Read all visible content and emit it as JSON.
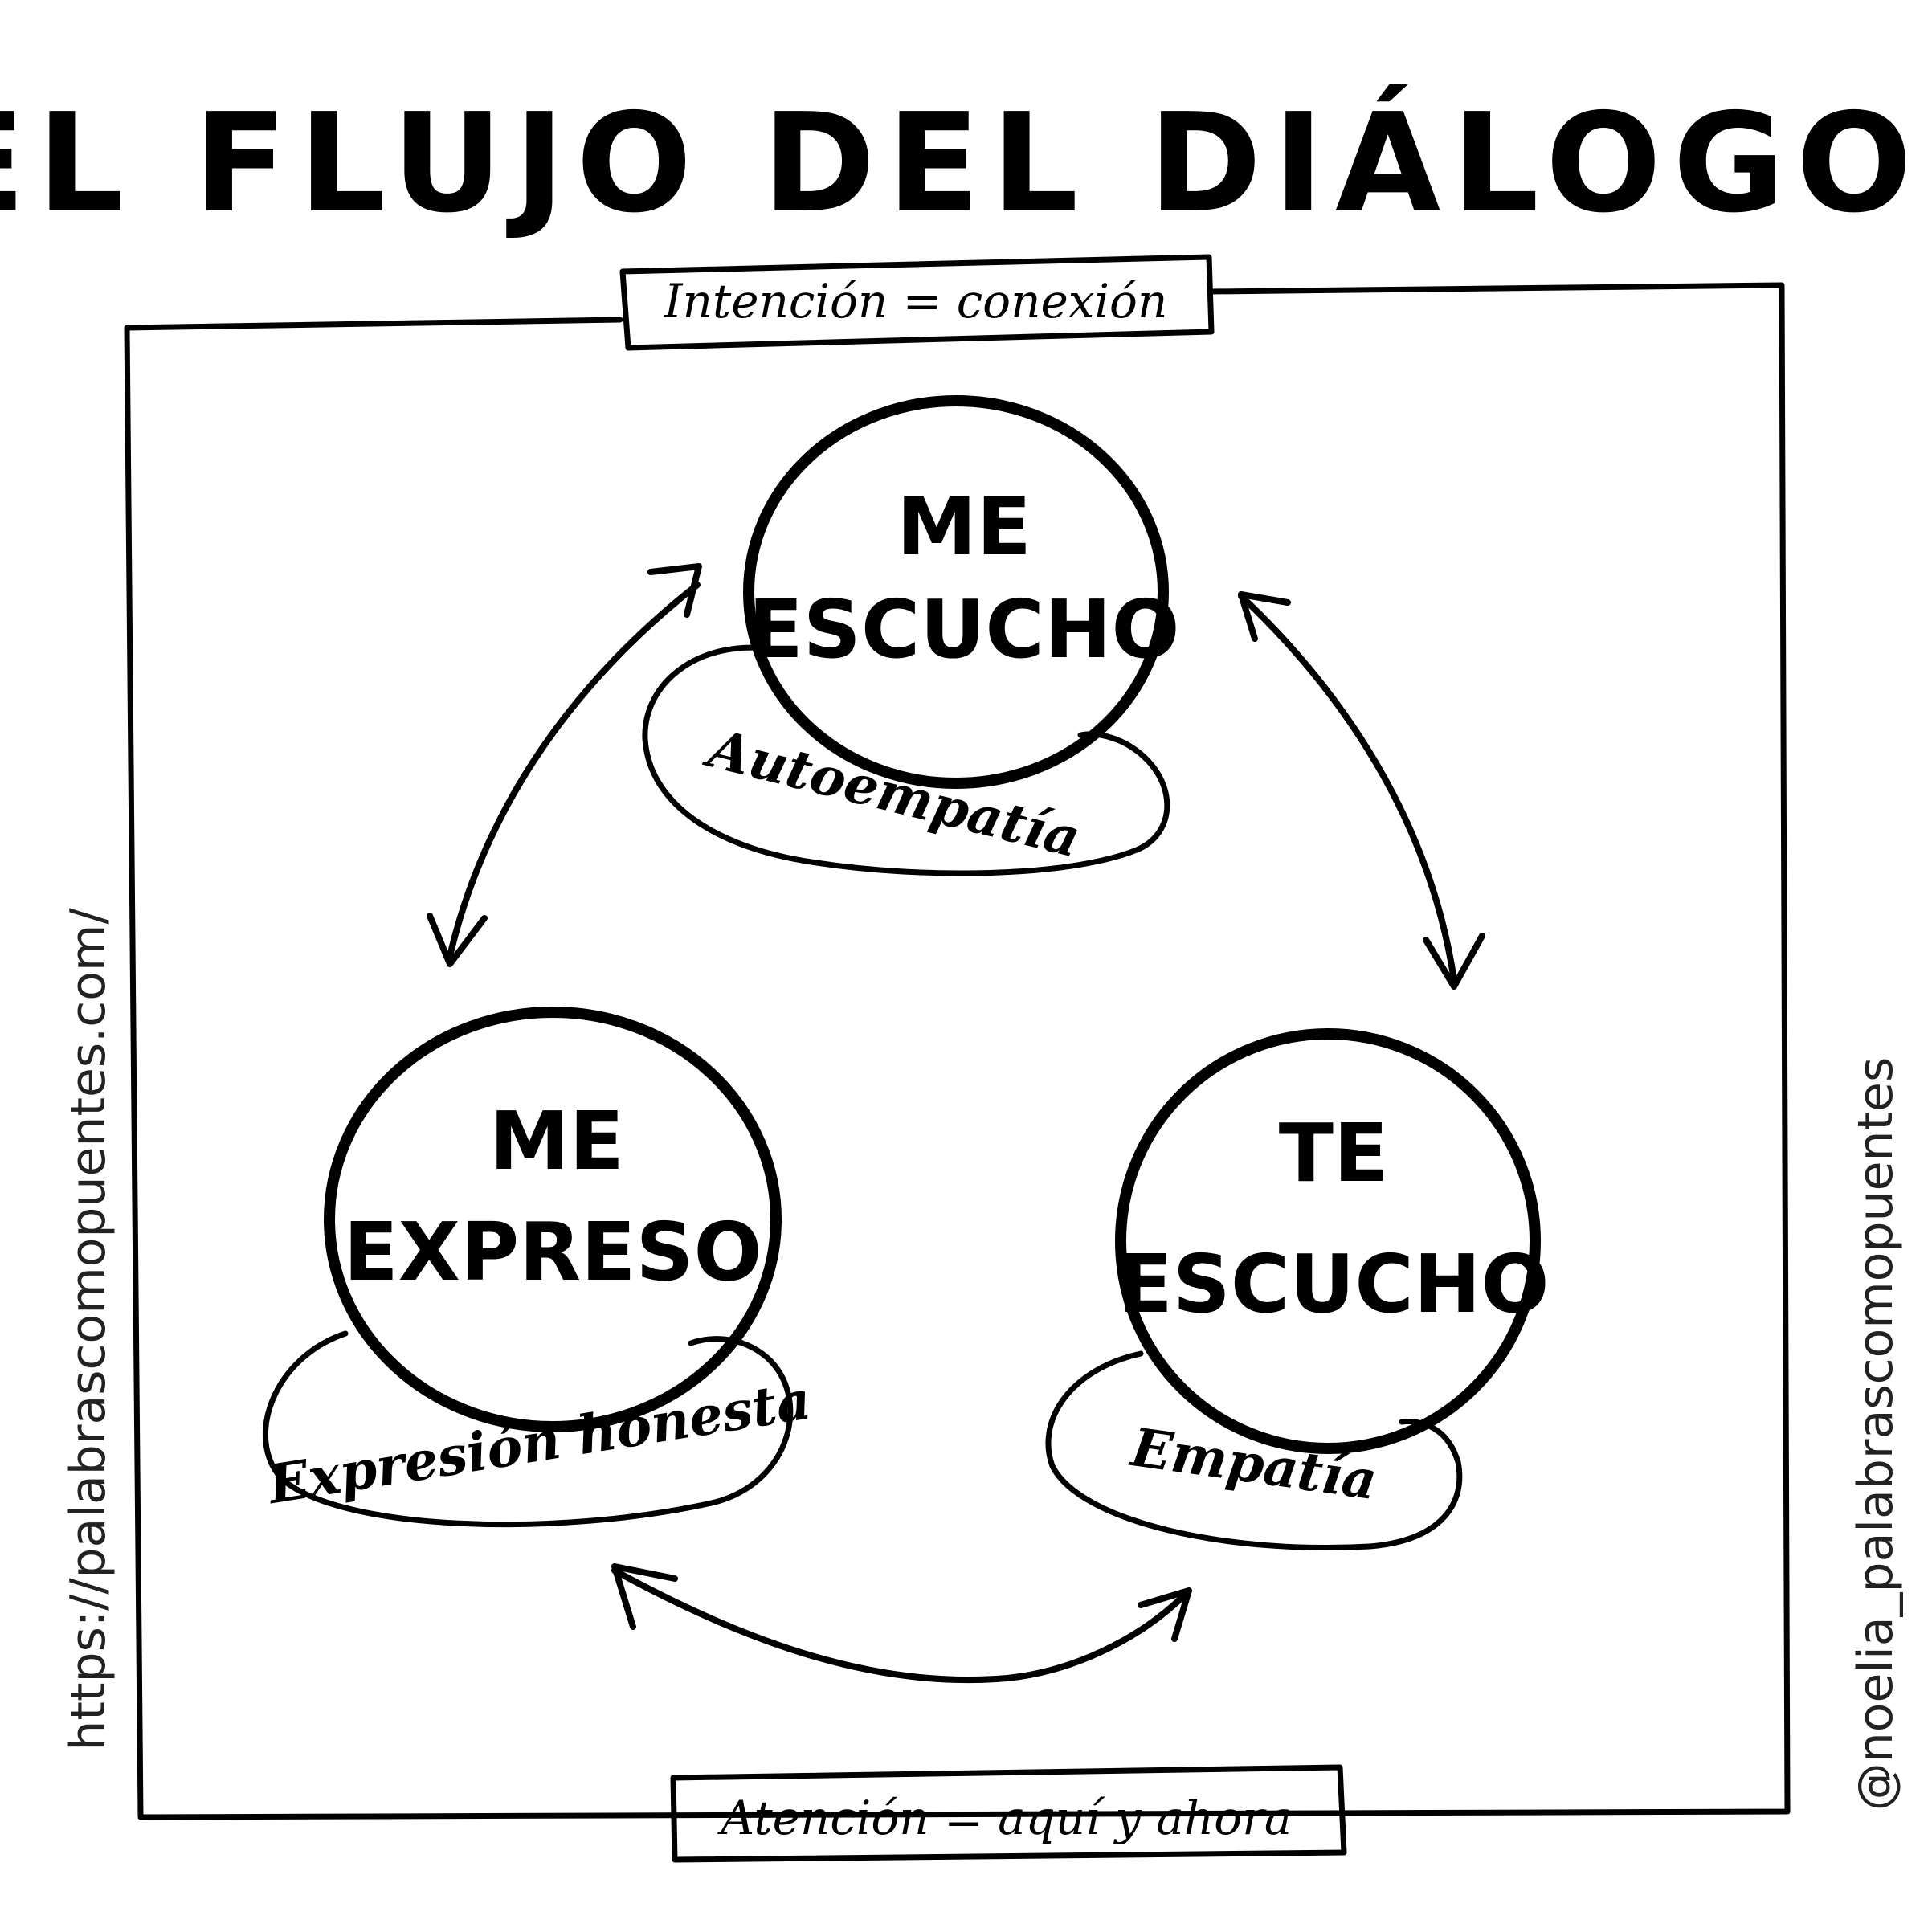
{
  "title": "EL FLUJO DEL DIÁLOGO",
  "top_box": "Intención = conexión",
  "bottom_box": "Atención = aquí y ahora",
  "nodes": {
    "top": {
      "line1": "ME",
      "line2": "ESCUCHO",
      "sub": "Autoempatía"
    },
    "left": {
      "line1": "ME",
      "line2": "EXPRESO",
      "sub": "Expresión honesta"
    },
    "right": {
      "line1": "TE",
      "line2": "ESCUCHO",
      "sub": "Empatía"
    }
  },
  "side_left": "https://palabrascomopuentes.com/",
  "side_right": "@noelia_palabrascomopuentes"
}
